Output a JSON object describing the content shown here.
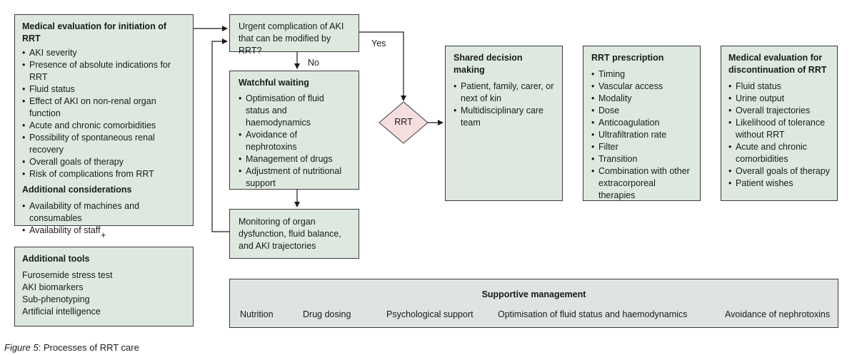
{
  "initiation": {
    "heading": "Medical evaluation for initiation of RRT",
    "items": [
      "AKI severity",
      "Presence of absolute indications for RRT",
      "Fluid status",
      "Effect of AKI on non-renal organ function",
      "Acute and chronic comorbidities",
      "Possibility of spontaneous renal recovery",
      "Overall goals of therapy",
      "Risk of complications from RRT"
    ],
    "additional_heading": "Additional considerations",
    "additional_items": [
      "Availability of machines and consumables",
      "Availability of staff"
    ]
  },
  "plus_sign": "+",
  "tools": {
    "heading": "Additional tools",
    "items": [
      "Furosemide stress test",
      "AKI biomarkers",
      "Sub-phenotyping",
      "Artificial intelligence"
    ]
  },
  "urgent": {
    "text": "Urgent complication of AKI that can be modified by RRT?"
  },
  "yes_label": "Yes",
  "no_label": "No",
  "waiting": {
    "heading": "Watchful waiting",
    "items": [
      "Optimisation of fluid status and haemodynamics",
      "Avoidance of nephrotoxins",
      "Management of drugs",
      "Adjustment of nutritional support"
    ]
  },
  "monitoring": {
    "text": "Monitoring of organ dysfunction, fluid balance, and AKI trajectories"
  },
  "rrt_decision": {
    "text": "RRT"
  },
  "shared": {
    "heading": "Shared decision making",
    "items": [
      "Patient, family, carer, or next of kin",
      "Multidisciplinary care team"
    ]
  },
  "prescription": {
    "heading": "RRT prescription",
    "items": [
      "Timing",
      "Vascular access",
      "Modality",
      "Dose",
      "Anticoagulation",
      "Ultrafiltration rate",
      "Filter",
      "Transition",
      "Combination with other extracorporeal therapies"
    ]
  },
  "discontinuation": {
    "heading": "Medical evaluation for discontinuation of RRT",
    "items": [
      "Fluid status",
      "Urine output",
      "Overall trajectories",
      "Likelihood of tolerance without RRT",
      "Acute and chronic comorbidities",
      "Overall goals of therapy",
      "Patient wishes"
    ]
  },
  "supportive": {
    "heading": "Supportive management",
    "items": [
      "Nutrition",
      "Drug dosing",
      "Psychological support",
      "Optimisation of fluid status and haemodynamics",
      "Avoidance of nephrotoxins"
    ]
  },
  "caption": {
    "label": "Figure 5",
    "title": "Processes of RRT care"
  },
  "colors": {
    "box_fill": "#dde9df",
    "supportive_fill": "#dfe3e3",
    "diamond_fill": "#f6dede",
    "border": "#3a3a3a"
  }
}
